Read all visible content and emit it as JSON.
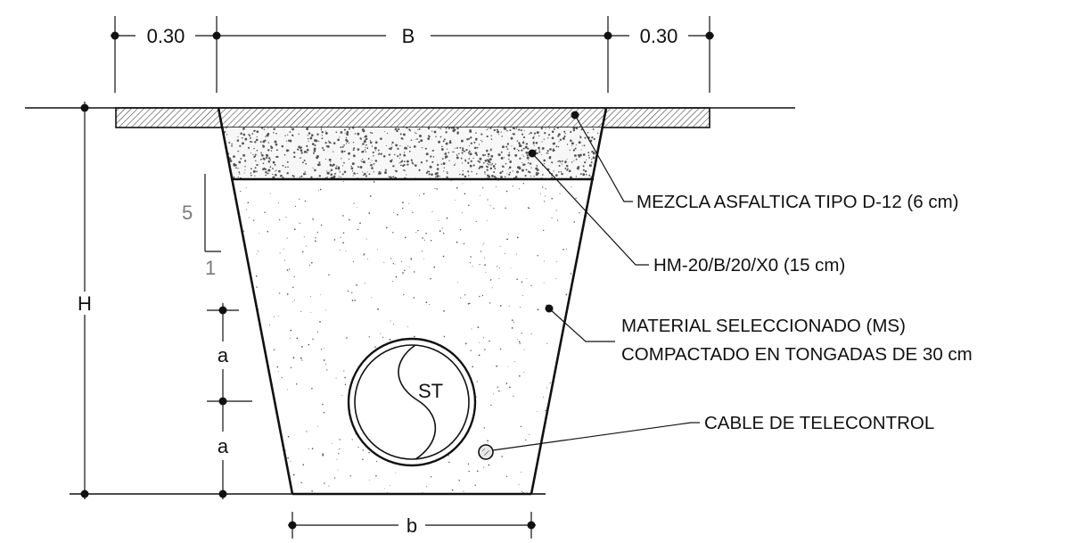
{
  "dimensions": {
    "top_left_offset": "0.30",
    "top_width": "B",
    "top_right_offset": "0.30",
    "height": "H",
    "bottom_width": "b",
    "spacing_upper": "a",
    "spacing_lower": "a"
  },
  "slope": {
    "rise": "5",
    "run": "1"
  },
  "pipe": {
    "label": "ST"
  },
  "labels": {
    "asphalt": "MEZCLA ASFALTICA TIPO D-12 (6 cm)",
    "concrete": "HM-20/B/20/X0 (15 cm)",
    "fill_line1": "MATERIAL SELECCIONADO (MS)",
    "fill_line2": "COMPACTADO  EN TONGADAS DE 30 cm",
    "cable": "CABLE DE TELECONTROL"
  },
  "colors": {
    "line": "#111111",
    "slope_text": "#7a7a7a",
    "hatch": "#333333",
    "aggregate": "#555555"
  }
}
